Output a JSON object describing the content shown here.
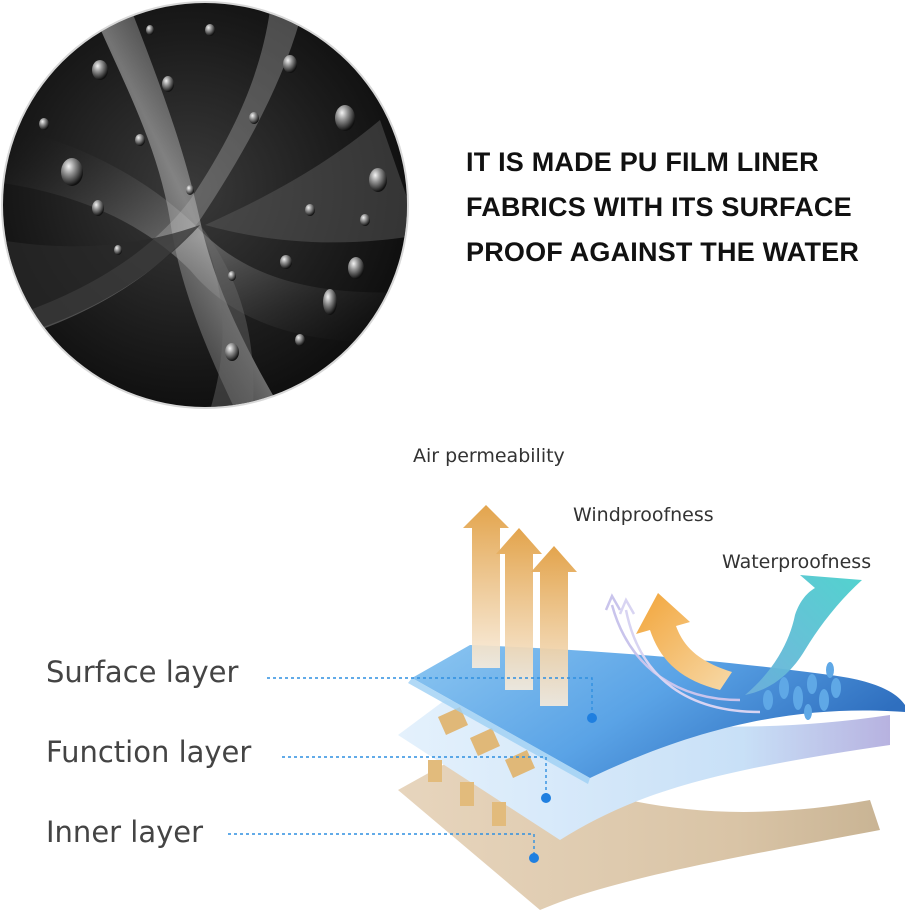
{
  "headline": {
    "line1": "IT IS MADE PU FILM LINER",
    "line2": "FABRICS WITH ITS SURFACE",
    "line3": "PROOF AGAINST THE WATER"
  },
  "features": {
    "air": "Air permeability",
    "wind": "Windproofness",
    "water": "Waterproofness"
  },
  "layers": {
    "surface": "Surface layer",
    "function": "Function layer",
    "inner": "Inner layer"
  },
  "colors": {
    "surface_layer": "#4a8ed8",
    "function_layer": "#cfe4f8",
    "inner_layer": "#d9c4a6",
    "air_arrow": "#e8b36a",
    "wind_arrow": "#f1b24a",
    "water_wave": "#3cc3c7",
    "leader_line": "#2f8fe0"
  }
}
